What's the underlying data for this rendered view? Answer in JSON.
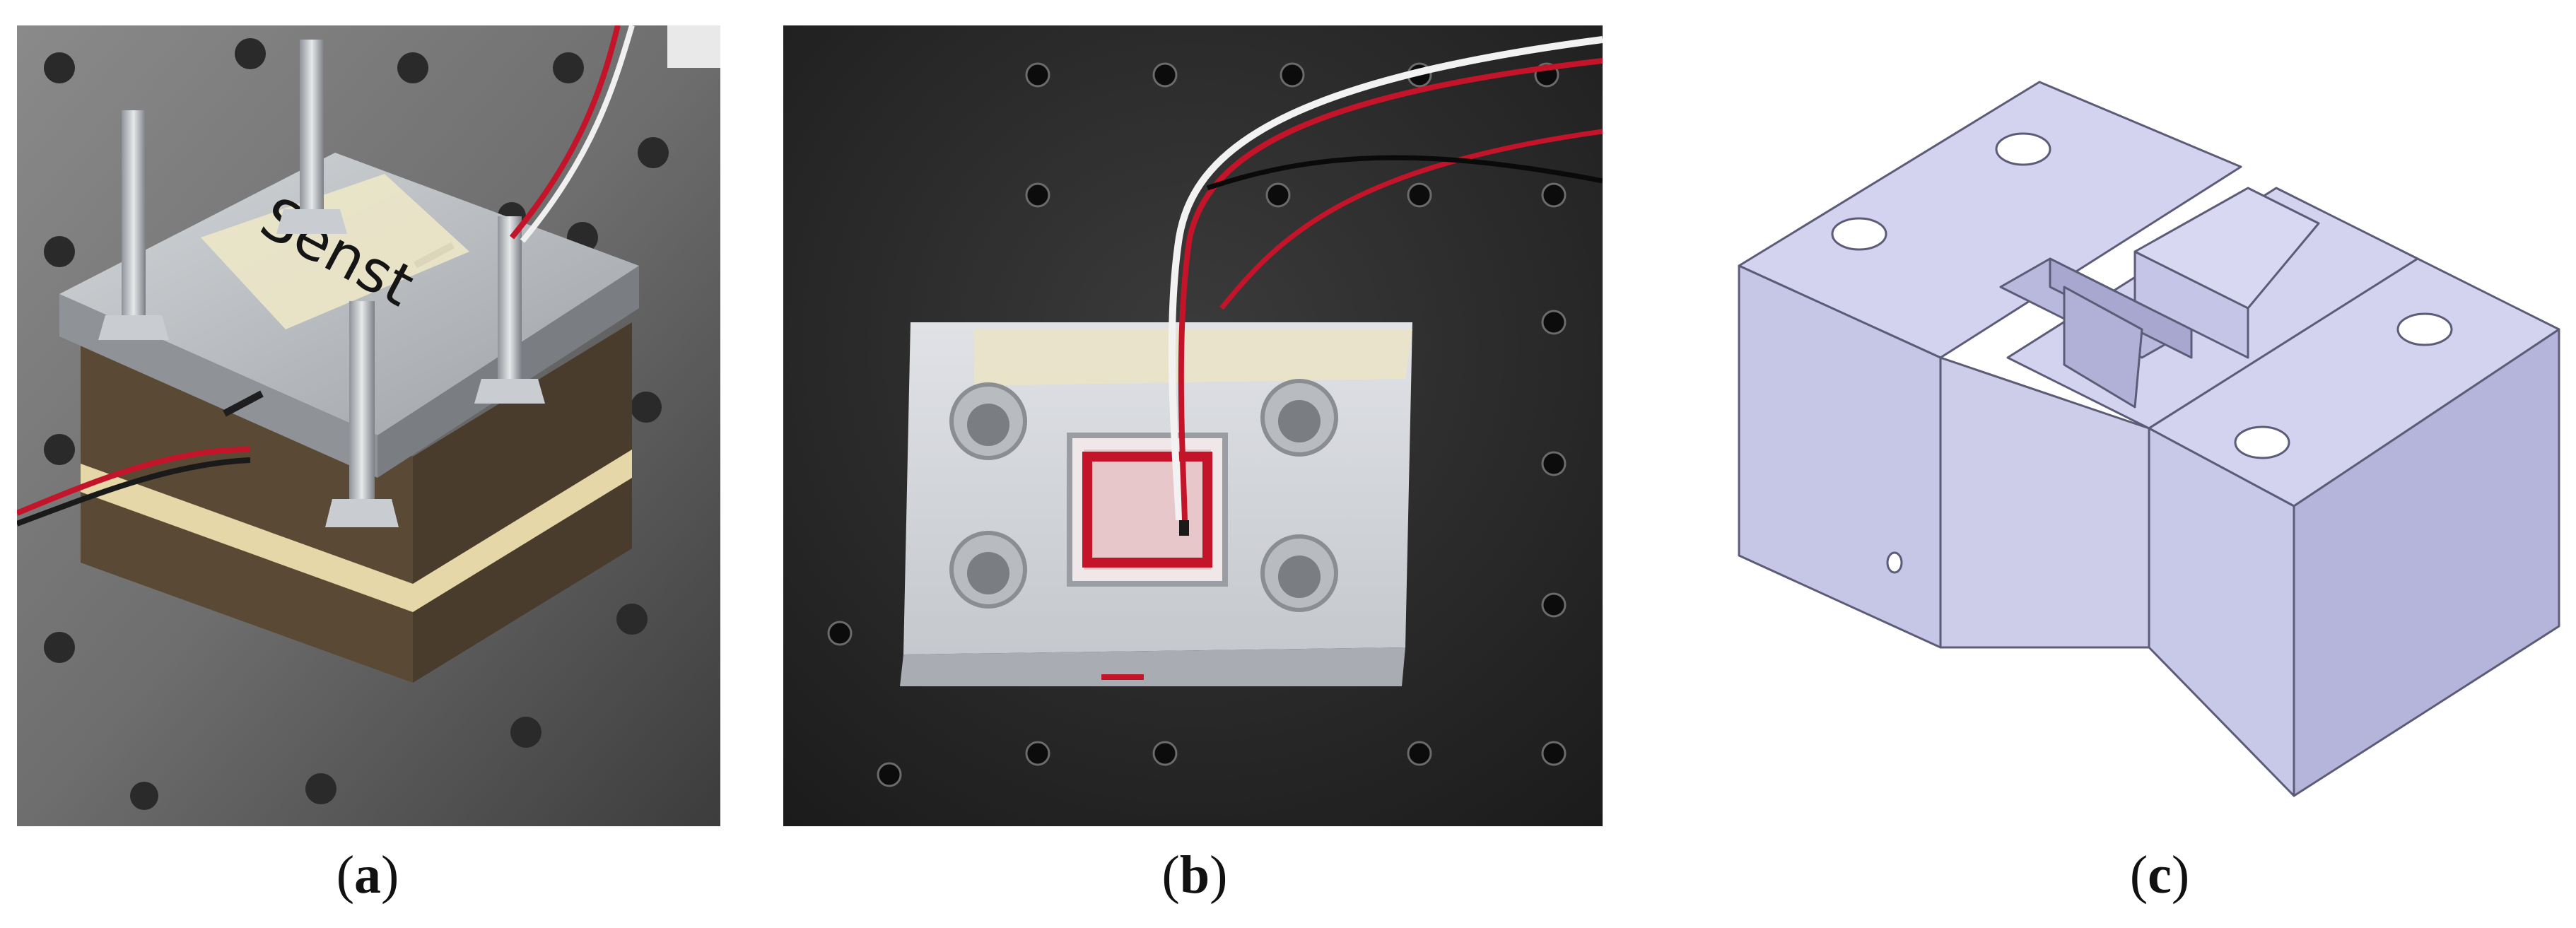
{
  "panels": [
    {
      "id": "a",
      "caption": {
        "open": "(",
        "letter": "a",
        "close": ")"
      },
      "sample_label": "Senst"
    },
    {
      "id": "b",
      "caption": {
        "open": "(",
        "letter": "b",
        "close": ")"
      }
    },
    {
      "id": "c",
      "caption": {
        "open": "(",
        "letter": "c",
        "close": ")"
      }
    }
  ],
  "colors": {
    "table_metal": "#6d6d6d",
    "aluminum": "#b9bcbf",
    "tape": "#e9e3c6",
    "wire_red": "#c4142a",
    "wire_white": "#f2f2f2",
    "printed_plastic": "#d6d8dc",
    "cad_body": "#c9c9ea",
    "cad_edge": "#5c5c78"
  }
}
